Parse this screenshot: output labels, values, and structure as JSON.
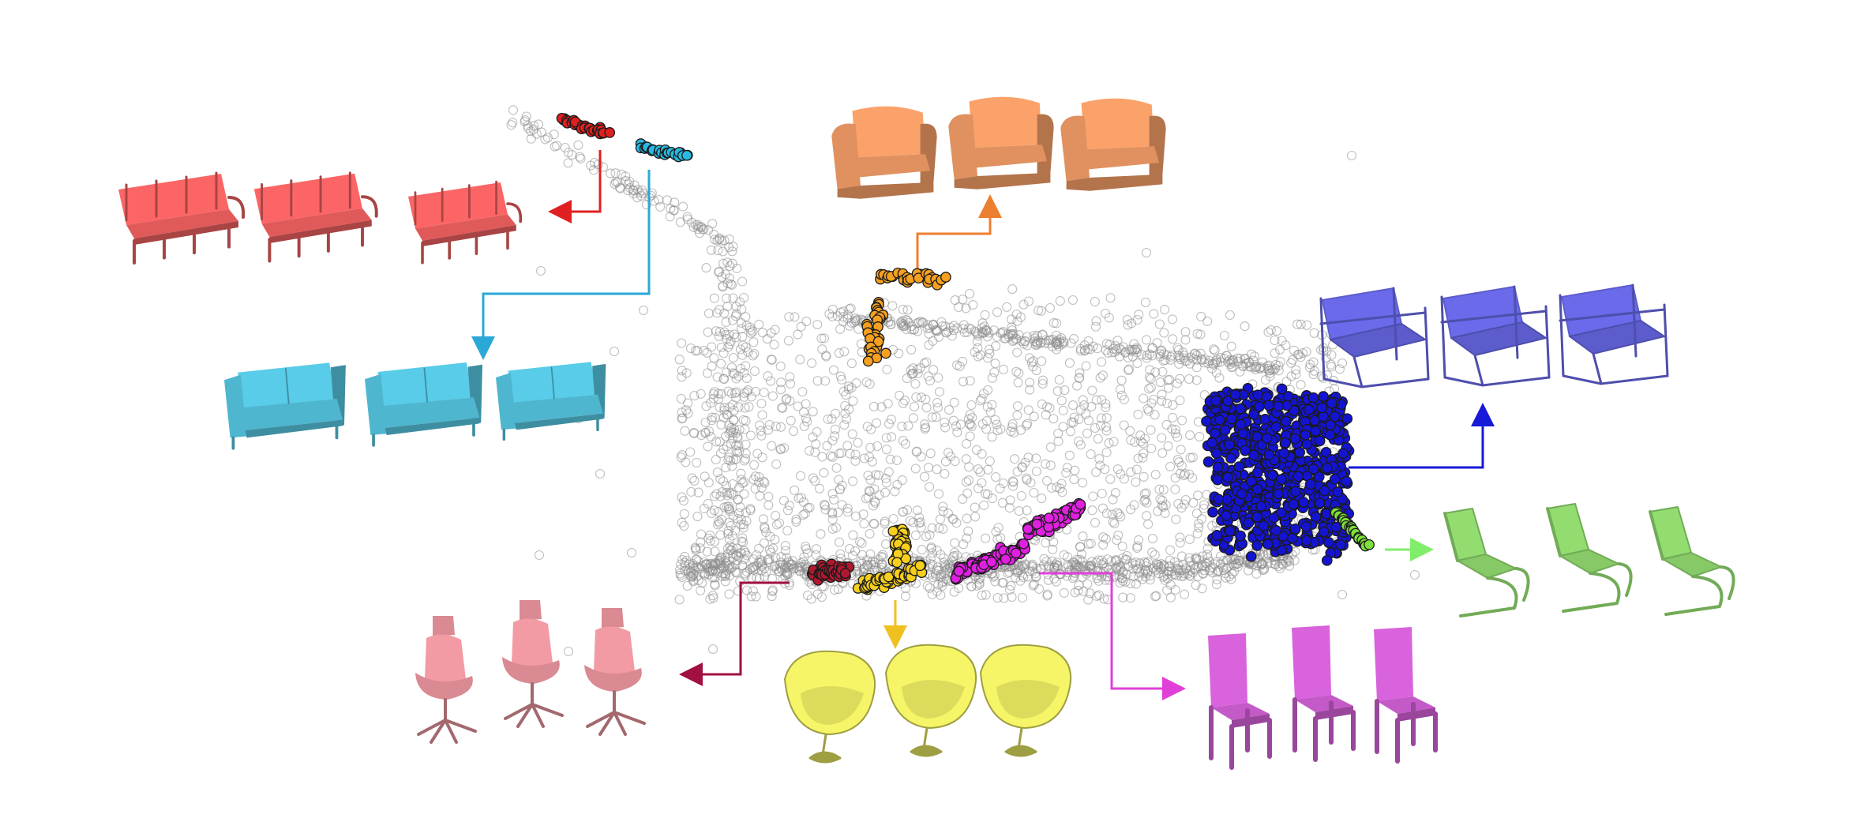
{
  "palette": {
    "background": "#ffffff",
    "background_points": "#8a8a8a",
    "cluster_outline": "#1a1a1a"
  },
  "clusters": [
    {
      "id": "red-benches",
      "point_color": "#e02020",
      "model_color": "#e05a5a",
      "arrow_color": "#e02020",
      "shape": "bench",
      "count": 3
    },
    {
      "id": "cyan-sofas",
      "point_color": "#29b8e0",
      "model_color": "#4fb6cf",
      "arrow_color": "#2aa8d8",
      "shape": "sofa",
      "count": 3
    },
    {
      "id": "orange-armchairs",
      "point_color": "#f5a020",
      "model_color": "#e0915f",
      "arrow_color": "#ec7f2f",
      "shape": "armchair",
      "count": 3
    },
    {
      "id": "blue-frame-chairs",
      "point_color": "#1414d0",
      "model_color": "#5c5ccc",
      "arrow_color": "#1818d8",
      "shape": "frame-chair",
      "count": 3
    },
    {
      "id": "green-cantilever-chairs",
      "point_color": "#7ee03a",
      "model_color": "#86c966",
      "arrow_color": "#80ee6a",
      "shape": "cantilever",
      "count": 3
    },
    {
      "id": "magenta-dining-chairs",
      "point_color": "#e020e0",
      "model_color": "#c45ac8",
      "arrow_color": "#e040d8",
      "shape": "dining-chair",
      "count": 3
    },
    {
      "id": "yellow-egg-chairs",
      "point_color": "#f7cf1c",
      "model_color": "#dcdb5c",
      "arrow_color": "#f0c020",
      "shape": "egg-chair",
      "count": 3
    },
    {
      "id": "maroon-office-chairs",
      "point_color": "#b01830",
      "model_color": "#d98a92",
      "arrow_color": "#a01040",
      "shape": "swivel-chair",
      "count": 3
    }
  ]
}
